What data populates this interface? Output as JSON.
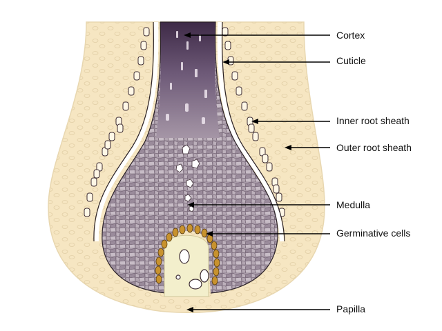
{
  "diagram": {
    "labels": {
      "cortex": "Cortex",
      "cuticle": "Cuticle",
      "inner_root_sheath": "Inner root sheath",
      "outer_root_sheath": "Outer root sheath",
      "medulla": "Medulla",
      "germinative_cells": "Germinative cells",
      "papilla": "Papilla"
    }
  },
  "colors": {
    "background": "#ffffff",
    "sheath_fill": "#f6e6c2",
    "sheath_outline": "#d8c39a",
    "hair_dark": "#4a3550",
    "hair_mid": "#7d6a86",
    "bulb_fill": "#a89aa8",
    "germinative": "#c8922e",
    "papilla_fill": "#f3efcc",
    "label_line": "#000000"
  }
}
